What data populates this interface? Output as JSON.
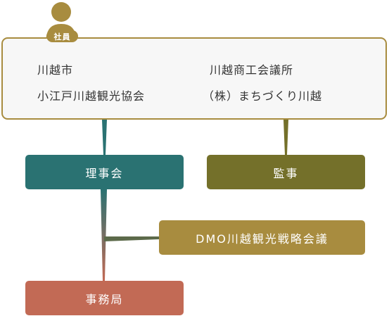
{
  "member_tag": "社員",
  "members": [
    "川越市",
    "川越商工会議所",
    "小江戸川越観光協会",
    "（株）まちづくり川越"
  ],
  "board": "理事会",
  "auditor": "監事",
  "dmo": "DMO川越観光戦略会議",
  "office": "事務局",
  "colors": {
    "gold": "#a88c3f",
    "teal": "#2a7272",
    "olive": "#74702a",
    "brick": "#c26a55"
  },
  "icons": [
    "person-icon"
  ]
}
